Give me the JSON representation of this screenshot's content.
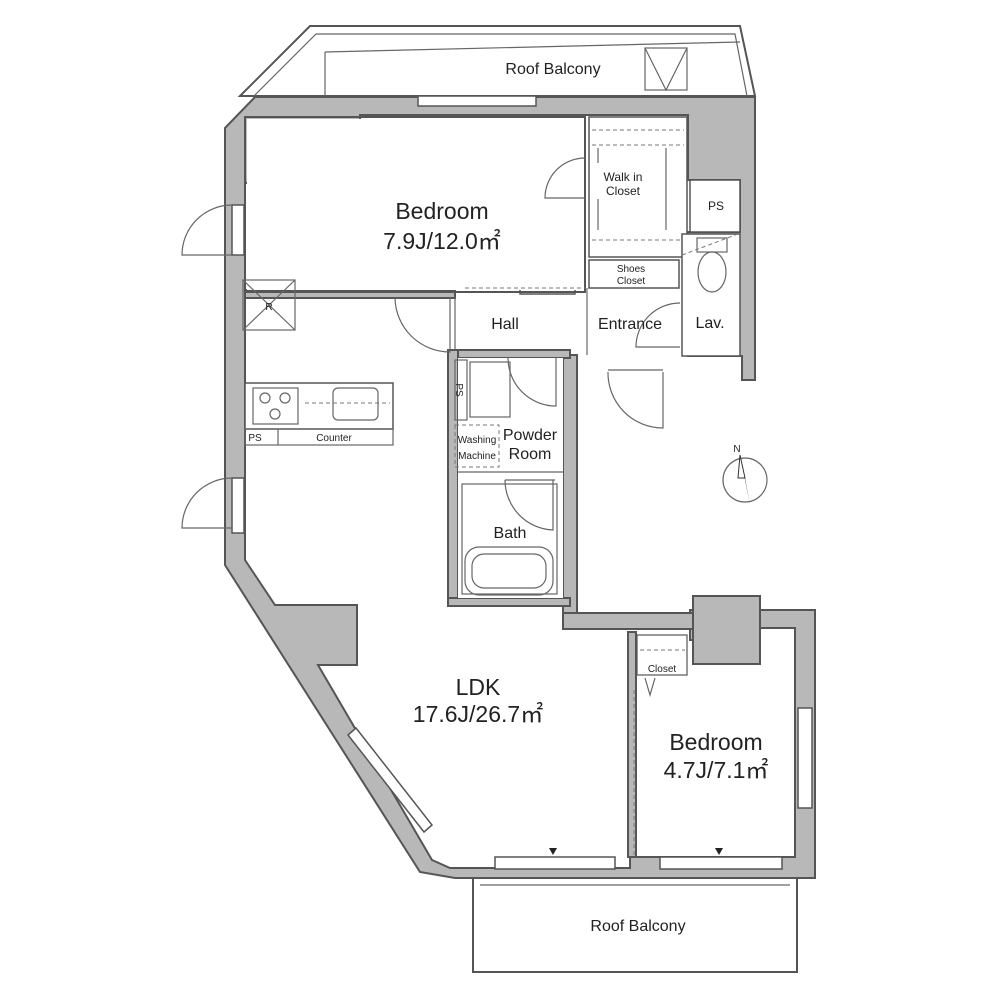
{
  "rooms": {
    "roof_balcony_top": "Roof Balcony",
    "bedroom_main": "Bedroom",
    "bedroom_main_size": "7.9J/12.0㎡",
    "walk_in_closet_1": "Walk in",
    "walk_in_closet_2": "Closet",
    "ps_top": "PS",
    "shoes_closet_1": "Shoes",
    "shoes_closet_2": "Closet",
    "hall": "Hall",
    "entrance": "Entrance",
    "lav": "Lav.",
    "ps_bath": "PS",
    "washing_1": "Washing",
    "washing_2": "Machine",
    "powder_1": "Powder",
    "powder_2": "Room",
    "bath": "Bath",
    "counter": "Counter",
    "ps_kitchen": "PS",
    "ldk": "LDK",
    "ldk_size": "17.6J/26.7㎡",
    "closet_small": "Closet",
    "bedroom_second": "Bedroom",
    "bedroom_second_size": "4.7J/7.1㎡",
    "roof_balcony_bottom": "Roof Balcony",
    "compass_n": "N"
  },
  "icons": {
    "compass": "north-arrow-icon",
    "stove": "stove-icon",
    "sink": "sink-icon",
    "toilet": "toilet-icon",
    "bathtub": "bathtub-icon"
  },
  "colors": {
    "wall_fill": "#b8b8b8",
    "line": "#555555",
    "background": "#ffffff"
  }
}
